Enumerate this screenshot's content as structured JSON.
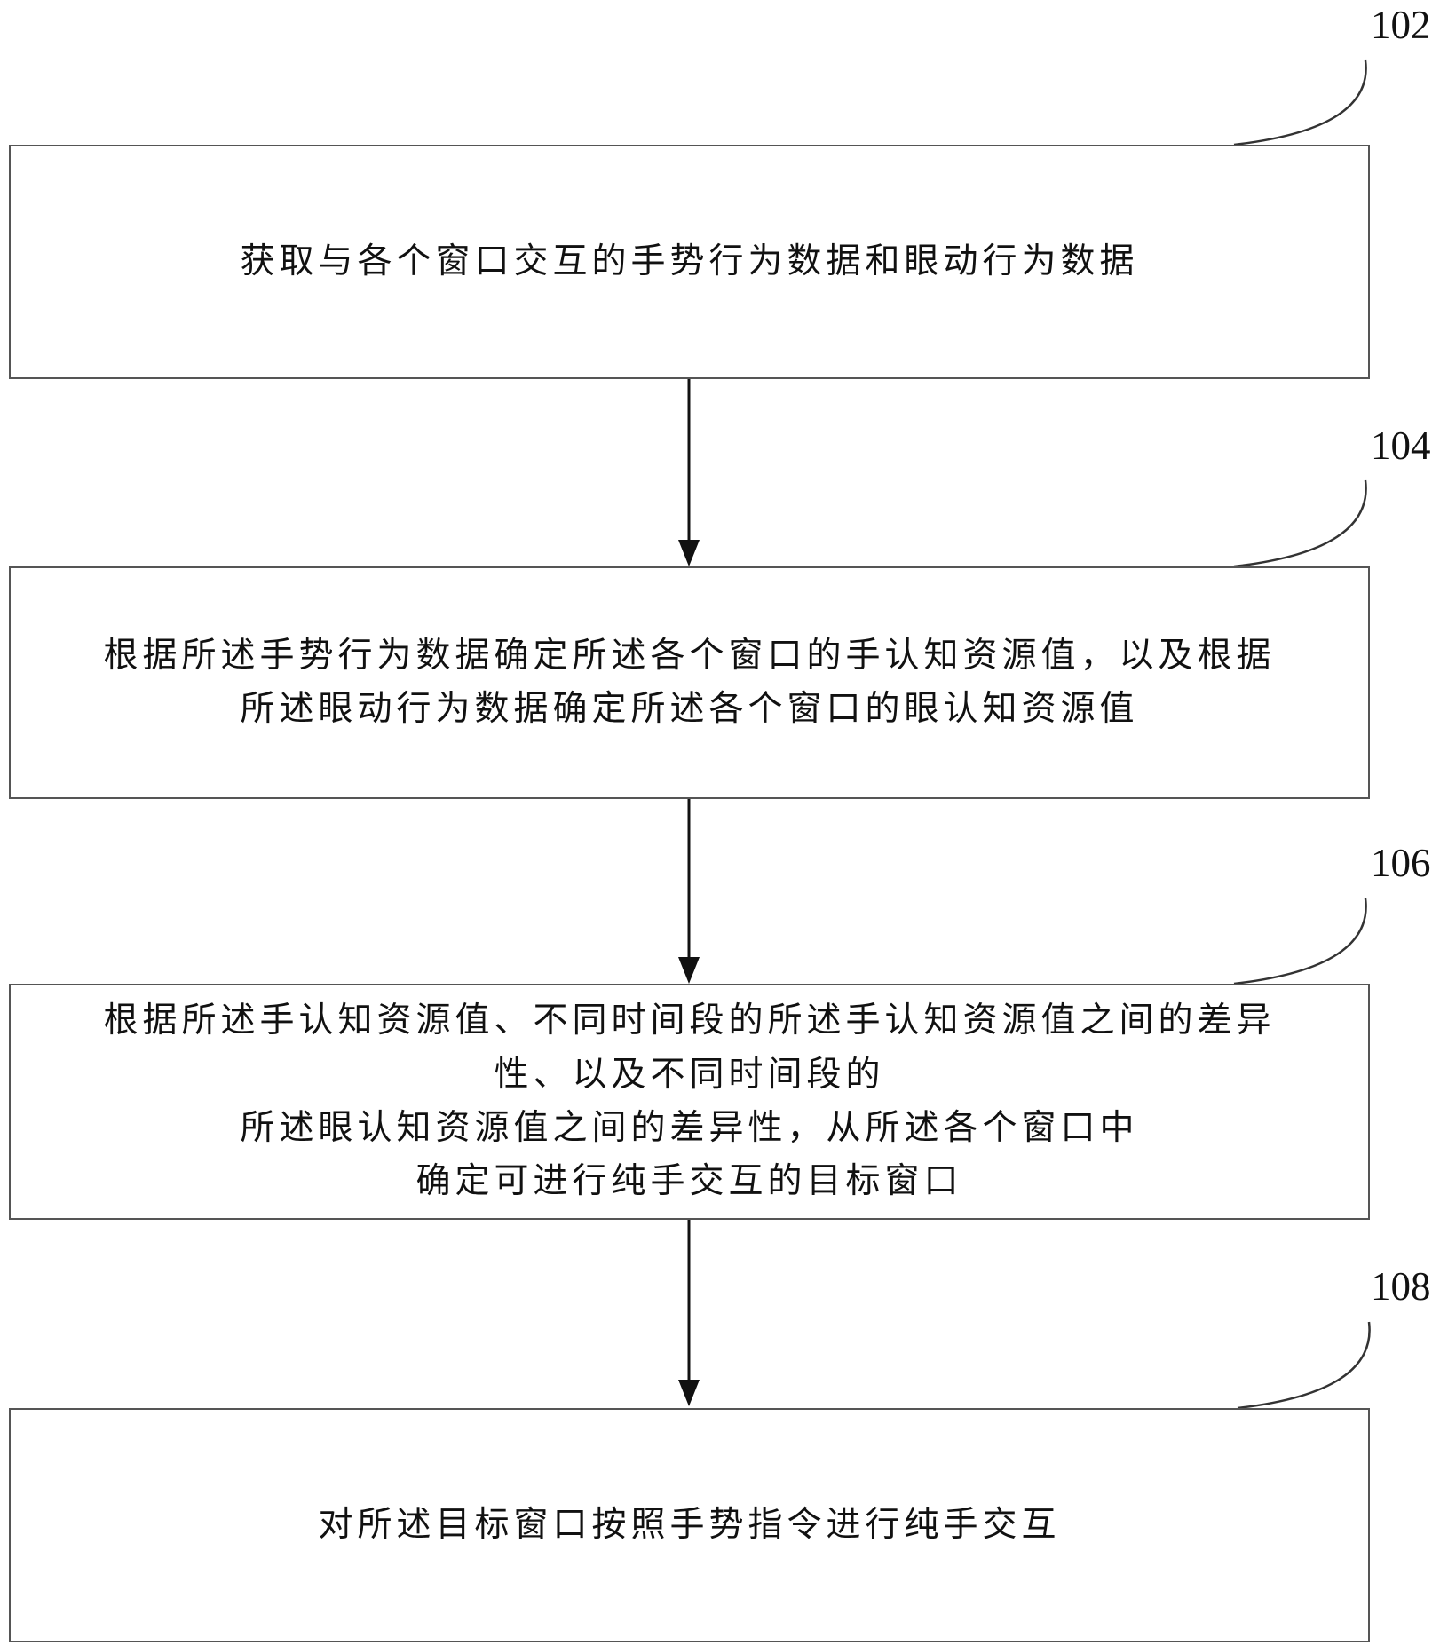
{
  "flowchart": {
    "steps": [
      {
        "label": "102",
        "text": "获取与各个窗口交互的手势行为数据和眼动行为数据"
      },
      {
        "label": "104",
        "text": "根据所述手势行为数据确定所述各个窗口的手认知资源值，以及根据\n所述眼动行为数据确定所述各个窗口的眼认知资源值"
      },
      {
        "label": "106",
        "text": "根据所述手认知资源值、不同时间段的所述手认知资源值之间的差异\n性、以及不同时间段的\n所述眼认知资源值之间的差异性，从所述各个窗口中\n确定可进行纯手交互的目标窗口"
      },
      {
        "label": "108",
        "text": "对所述目标窗口按照手势指令进行纯手交互"
      }
    ]
  }
}
